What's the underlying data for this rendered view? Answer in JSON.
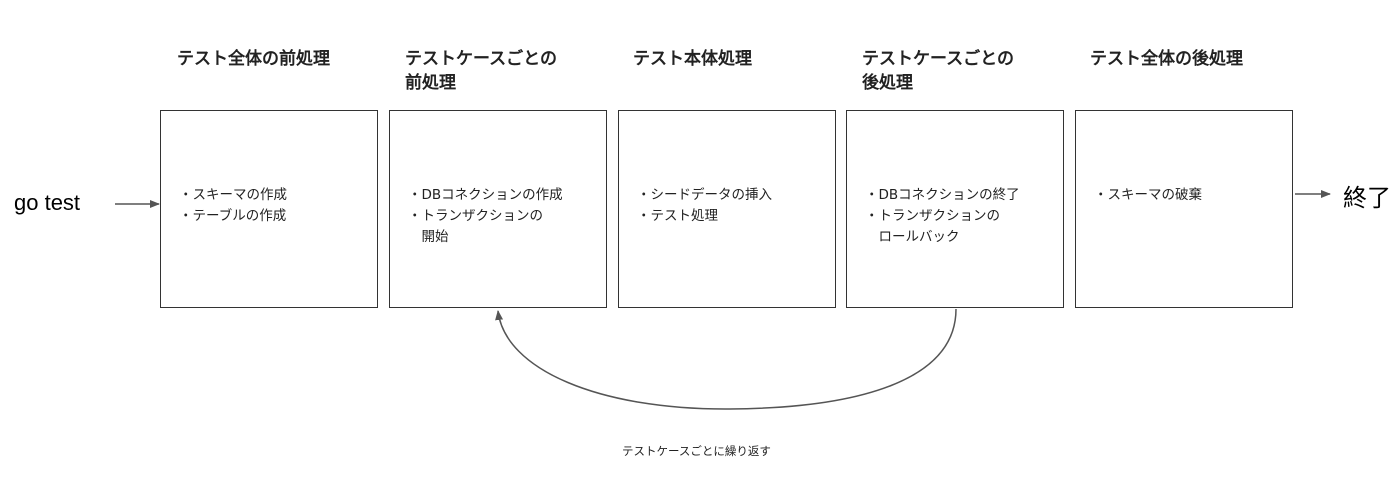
{
  "start": {
    "label": "go test"
  },
  "end": {
    "label": "終了"
  },
  "steps": [
    {
      "heading": [
        "テスト全体の前処理"
      ],
      "items": [
        "・スキーマの作成",
        "・テーブルの作成"
      ]
    },
    {
      "heading": [
        "テストケースごとの",
        "前処理"
      ],
      "items": [
        "・DBコネクションの作成",
        "・トランザクションの",
        "　開始"
      ]
    },
    {
      "heading": [
        "テスト本体処理"
      ],
      "items": [
        "・シードデータの挿入",
        "・テスト処理"
      ]
    },
    {
      "heading": [
        "テストケースごとの",
        "後処理"
      ],
      "items": [
        "・DBコネクションの終了",
        "・トランザクションの",
        "　ロールバック"
      ]
    },
    {
      "heading": [
        "テスト全体の後処理"
      ],
      "items": [
        "・スキーマの破棄"
      ]
    }
  ],
  "loop": {
    "label": "テストケースごとに繰り返す"
  },
  "colors": {
    "line": "#555555",
    "border": "#333333",
    "text": "#222222"
  }
}
